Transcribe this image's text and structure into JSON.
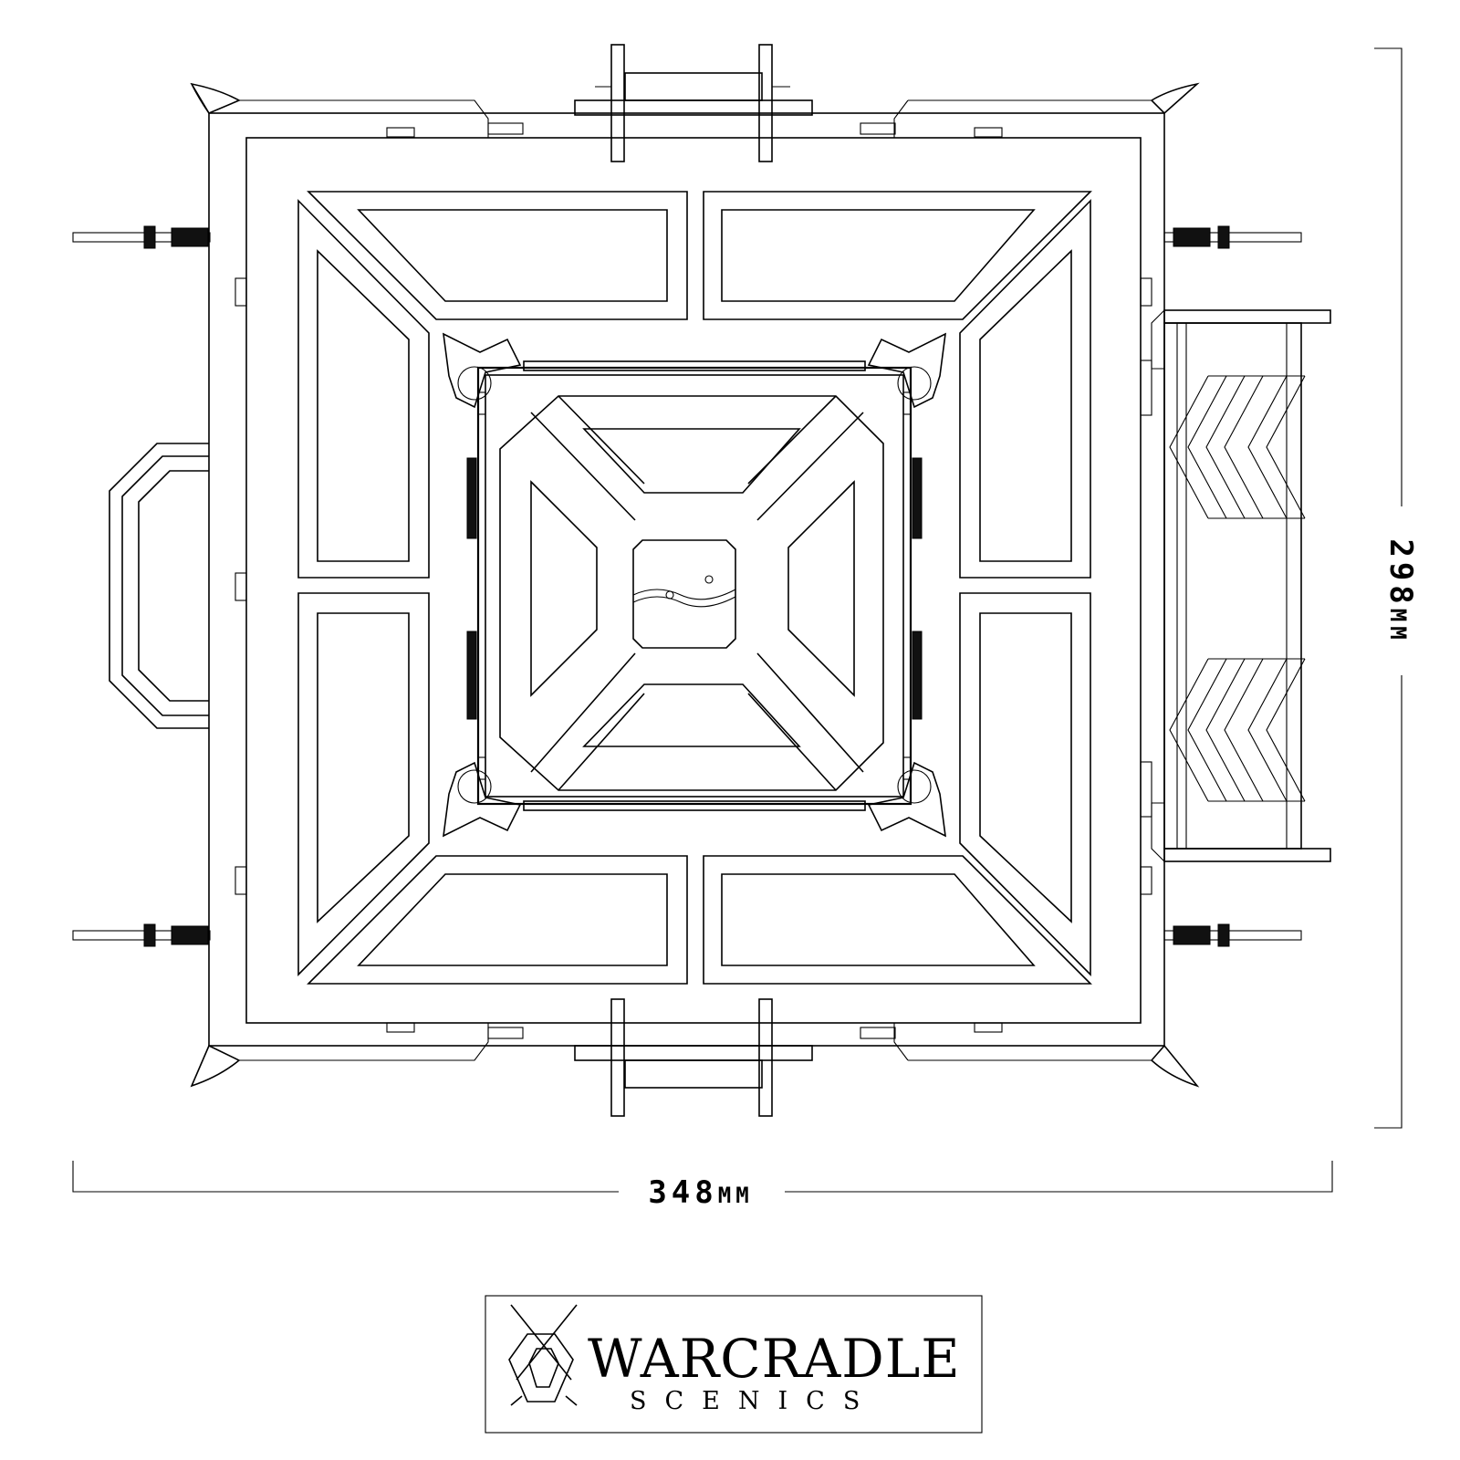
{
  "dimensions": {
    "width_label": "348",
    "width_unit": "MM",
    "height_label": "298",
    "height_unit": "MM"
  },
  "logo": {
    "brand": "WARCRADLE",
    "subtitle": "SCENICS"
  },
  "colors": {
    "line": "#000000",
    "background": "#ffffff"
  }
}
